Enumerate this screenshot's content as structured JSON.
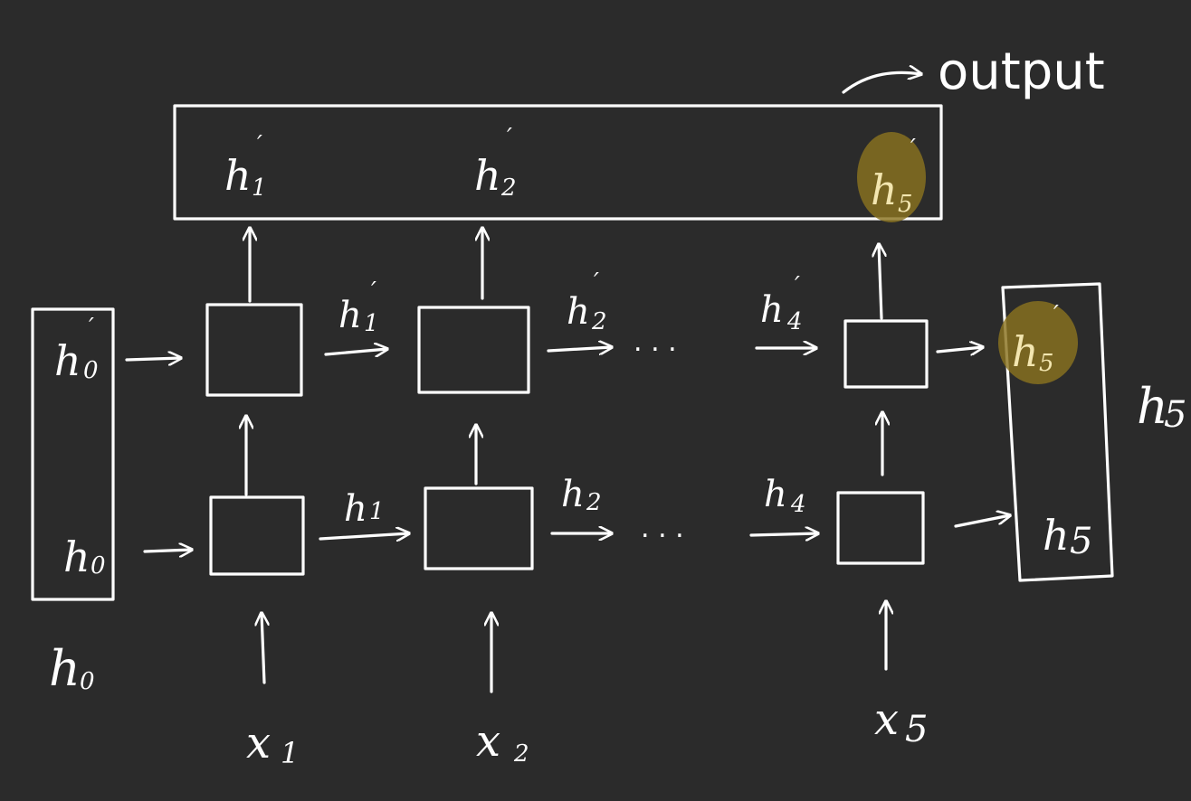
{
  "labels": {
    "output": "output",
    "h0_left": "h",
    "h0_left_sub": "0",
    "h5_right": "h",
    "h5_right_sub": "5",
    "x1": "x",
    "x1_sub": "1",
    "x2": "x",
    "x2_sub": "2",
    "x5": "x",
    "x5_sub": "5",
    "h": "h",
    "prime": "′",
    "ellipsis": ". . ."
  },
  "output_box": {
    "items": [
      {
        "name": "h",
        "sub": "1",
        "prime": true
      },
      {
        "name": "h",
        "sub": "2",
        "prime": true
      },
      {
        "name": "h",
        "sub": "5",
        "prime": true,
        "highlighted": true
      }
    ]
  },
  "h0_box": {
    "top": {
      "name": "h",
      "sub": "0",
      "prime": true
    },
    "bottom": {
      "name": "h",
      "sub": "0"
    }
  },
  "h5_box": {
    "top": {
      "name": "h",
      "sub": "5",
      "prime": true,
      "highlighted": true
    },
    "bottom": {
      "name": "h",
      "sub": "5"
    }
  },
  "top_layer_edges": [
    {
      "name": "h",
      "sub": "1",
      "prime": true
    },
    {
      "name": "h",
      "sub": "2",
      "prime": true
    },
    {
      "name": "h",
      "sub": "4",
      "prime": true
    }
  ],
  "bottom_layer_edges": [
    {
      "name": "h",
      "sub": "1"
    },
    {
      "name": "h",
      "sub": "2"
    },
    {
      "name": "h",
      "sub": "4"
    }
  ],
  "colors": {
    "background": "#2b2b2b",
    "ink": "#ffffff",
    "highlight": "#8a7320"
  }
}
